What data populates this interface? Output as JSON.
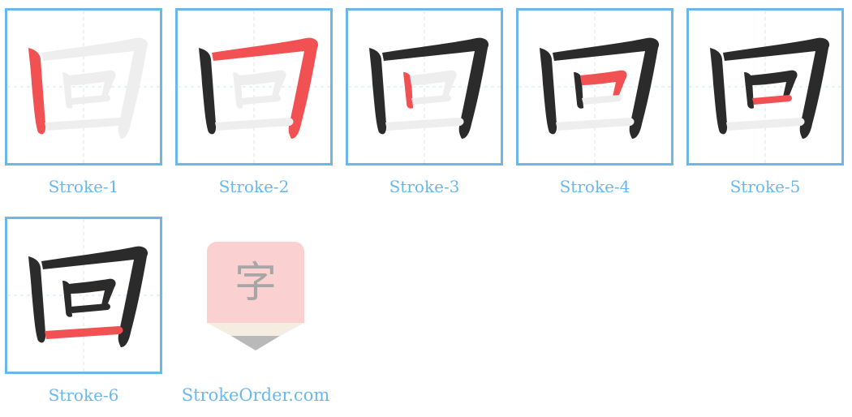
{
  "colors": {
    "border": "#6bb7ea",
    "caption": "#6bb7ea",
    "guide": "#cfe7f3",
    "done_stroke": "#2b2b2b",
    "active_stroke": "#f15152",
    "pending_stroke": "#eeeeee"
  },
  "character": "回",
  "total_strokes": 6,
  "panels": [
    {
      "label": "Stroke-1",
      "active": 1
    },
    {
      "label": "Stroke-2",
      "active": 2
    },
    {
      "label": "Stroke-3",
      "active": 3
    },
    {
      "label": "Stroke-4",
      "active": 4
    },
    {
      "label": "Stroke-5",
      "active": 5
    },
    {
      "label": "Stroke-6",
      "active": 6
    }
  ],
  "logo": {
    "glyph": "字",
    "icon": "pencil-logo-icon",
    "site": "StrokeOrder.com"
  }
}
